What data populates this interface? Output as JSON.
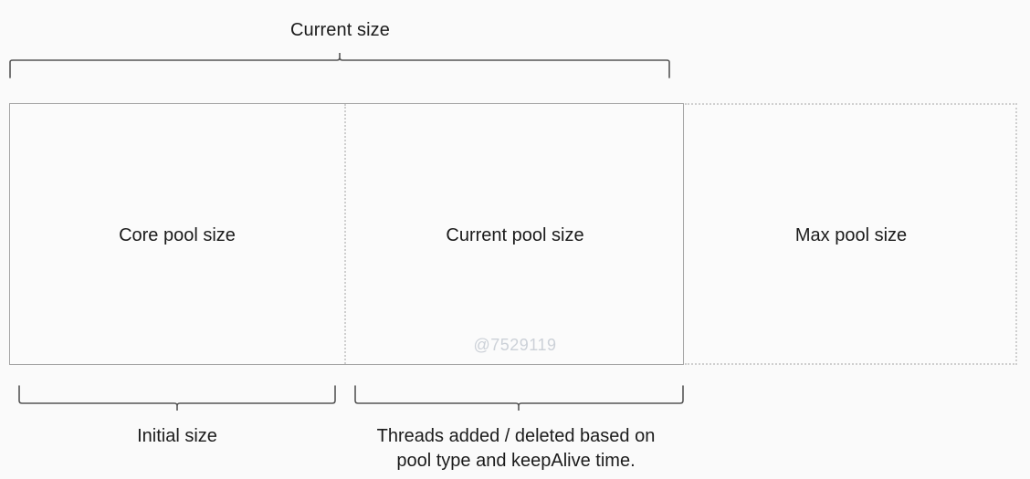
{
  "diagram": {
    "title_top": "Current size",
    "segments": [
      {
        "key": "core",
        "label": "Core pool size",
        "style": "solid"
      },
      {
        "key": "current",
        "label": "Current pool size",
        "style": "solid"
      },
      {
        "key": "max",
        "label": "Max pool size",
        "style": "dotted"
      }
    ],
    "watermark": "@7529119",
    "bottom_annotations": [
      {
        "key": "initial",
        "label": "Initial size"
      },
      {
        "key": "threads",
        "line1": "Threads added / deleted based on",
        "line2": "pool type and keepAlive time."
      }
    ],
    "colors": {
      "background": "#fafafa",
      "box_fill": "#fbfbfb",
      "solid_border": "#a5a5a5",
      "dotted_border": "#cfcfcf",
      "text": "#1b1b1b",
      "watermark": "#ccd1d8",
      "brace": "#555555"
    }
  }
}
